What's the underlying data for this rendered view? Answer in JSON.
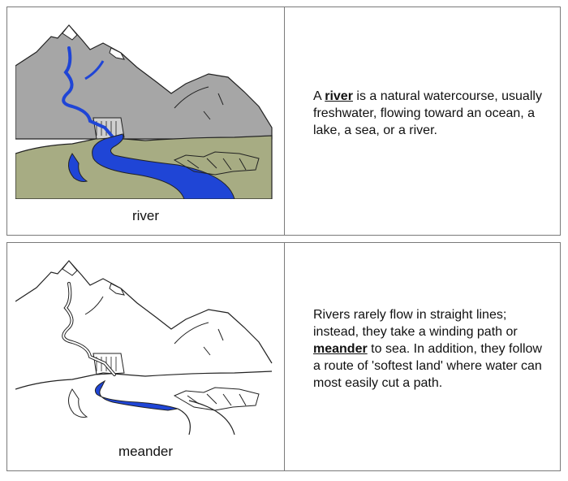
{
  "cards": [
    {
      "caption": "river",
      "definition": {
        "before": "A ",
        "keyword": "river",
        "after": " is a natural watercourse, usually freshwater, flowing toward an ocean, a lake, a sea, or a river."
      },
      "illustration": "colored-river-landscape"
    },
    {
      "caption": "meander",
      "definition": {
        "before": "Rivers rarely flow in straight lines; instead, they take a winding path or ",
        "keyword": "meander",
        "after": " to sea. In addition, they follow a route of 'softest land' where water can most easily cut a path."
      },
      "illustration": "outline-meander-landscape"
    }
  ],
  "colors": {
    "mountain": "#a6a6a6",
    "grass": "#a7ac83",
    "water": "#1f45d6",
    "outline": "#222222"
  }
}
